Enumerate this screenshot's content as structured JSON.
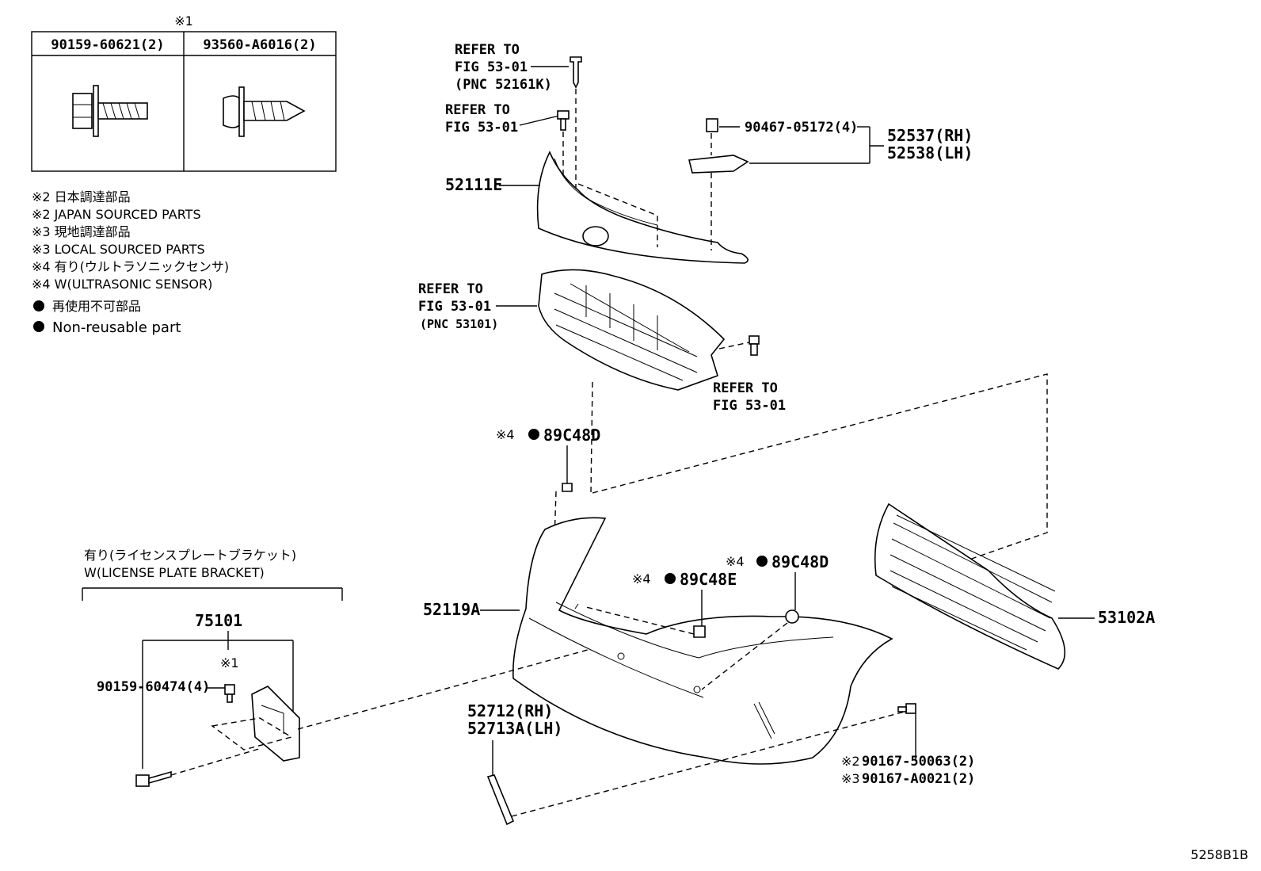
{
  "note_table": {
    "mark": "※1",
    "headers": [
      "90159-60621(2)",
      "93560-A6016(2)"
    ]
  },
  "legend": [
    "※2 日本調達部品",
    "※2 JAPAN SOURCED PARTS",
    "※3 現地調達部品",
    "※3 LOCAL SOURCED PARTS",
    "※4 有り(ウルトラソニックセンサ)",
    "※4 W(ULTRASONIC SENSOR)"
  ],
  "non_reusable": [
    "再使用不可部品",
    "Non-reusable part"
  ],
  "refs": {
    "r1": [
      "REFER TO",
      "FIG 53-01",
      "(PNC 52161K)"
    ],
    "r2": [
      "REFER TO",
      "FIG 53-01"
    ],
    "r3": [
      "REFER TO",
      "FIG 53-01",
      "(PNC 53101)"
    ],
    "r4": [
      "REFER TO",
      "FIG 53-01"
    ]
  },
  "parts": {
    "p90467": "90467-05172(4)",
    "p52537": "52537(RH)",
    "p52538": "52538(LH)",
    "p52111": "52111E",
    "p89c48d_a_mark": "※4",
    "p89c48d_a": "89C48D",
    "p89c48e_mark": "※4",
    "p89c48e": "89C48E",
    "p89c48d_b_mark": "※4",
    "p89c48d_b": "89C48D",
    "p52119": "52119A",
    "p53102": "53102A",
    "p52712": "52712(RH)",
    "p52713": "52713A(LH)",
    "p90167a_mark": "※2",
    "p90167a": "90167-50063(2)",
    "p90167b_mark": "※3",
    "p90167b": "90167-A0021(2)",
    "p75101": "75101",
    "p90159_mark": "※1",
    "p90159": "90159-60474(4)"
  },
  "license_group": {
    "jp": "有り(ライセンスプレートブラケット)",
    "en": "W(LICENSE PLATE  BRACKET)"
  },
  "diagram_id": "5258B1B"
}
